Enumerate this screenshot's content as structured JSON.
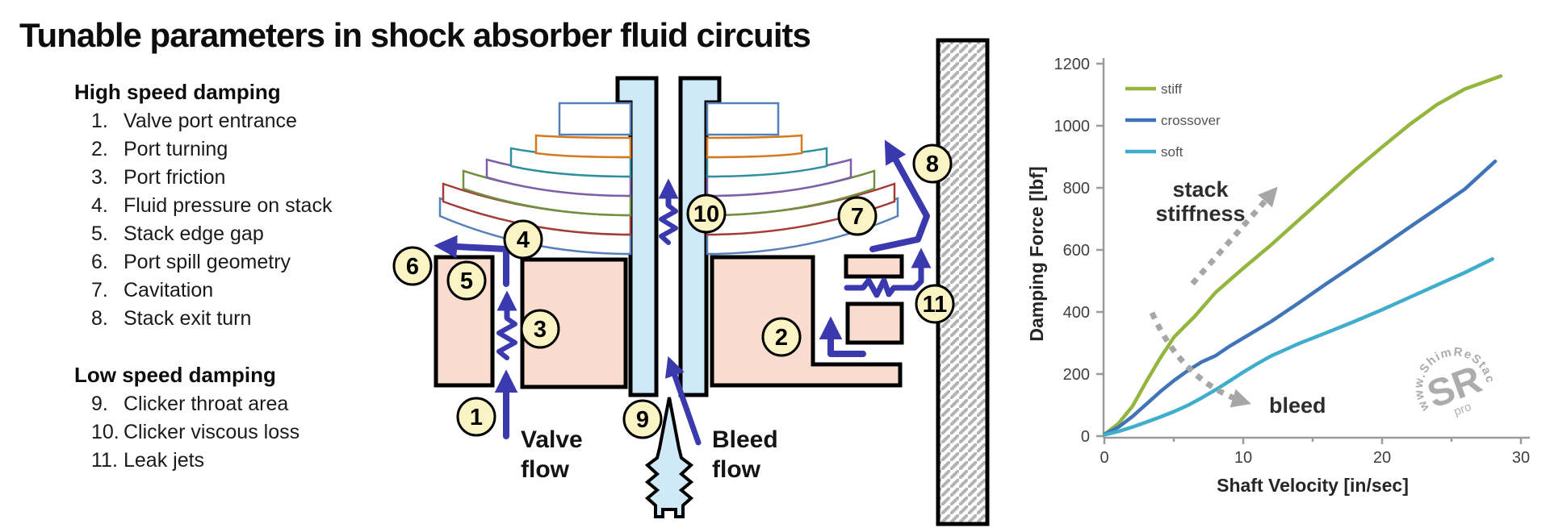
{
  "title": "Tunable parameters in shock absorber fluid circuits",
  "lists": {
    "high": {
      "header": "High speed damping",
      "items": [
        {
          "num": "1.",
          "label": "Valve port entrance"
        },
        {
          "num": "2.",
          "label": "Port turning"
        },
        {
          "num": "3.",
          "label": "Port friction"
        },
        {
          "num": "4.",
          "label": "Fluid pressure on stack"
        },
        {
          "num": "5.",
          "label": "Stack edge gap"
        },
        {
          "num": "6.",
          "label": "Port spill geometry"
        },
        {
          "num": "7.",
          "label": "Cavitation"
        },
        {
          "num": "8.",
          "label": "Stack exit turn"
        }
      ]
    },
    "low": {
      "header": "Low speed damping",
      "items": [
        {
          "num": "9.",
          "label": "Clicker throat area"
        },
        {
          "num": "10.",
          "label": "Clicker viscous loss"
        },
        {
          "num": "11.",
          "label": "Leak jets"
        }
      ]
    }
  },
  "diagram": {
    "callouts": [
      "1",
      "2",
      "3",
      "4",
      "5",
      "6",
      "7",
      "8",
      "9",
      "10",
      "11"
    ],
    "labels": {
      "valve_flow_line1": "Valve",
      "valve_flow_line2": "flow",
      "bleed_flow_line1": "Bleed",
      "bleed_flow_line2": "flow"
    },
    "colors": {
      "body_pink": "#fadcce",
      "rod_blue": "#cfe9f9",
      "arrow_blue": "#3a3aae",
      "callout_fill": "#faf4c4",
      "wall_hatch": "#b3b3b3",
      "shim_outlines_bottom_to_top": [
        "#5580b8",
        "#a33c36",
        "#6f9140",
        "#7d5fa8",
        "#2e8f9e",
        "#d5791f",
        "#5580b8"
      ]
    }
  },
  "chart_data": {
    "type": "line",
    "xlabel": "Shaft Velocity [in/sec]",
    "ylabel": "Damping Force [lbf]",
    "xlim": [
      0,
      30
    ],
    "ylim": [
      0,
      1200
    ],
    "xticks": [
      "0",
      "10",
      "20",
      "30"
    ],
    "yticks_top_down": [
      "1200",
      "1000",
      "800",
      "600",
      "400",
      "200",
      "0"
    ],
    "grid": false,
    "legend_position": "top-left",
    "series": [
      {
        "name": "stiff",
        "color": "#94b63f",
        "points": [
          [
            0,
            5
          ],
          [
            1,
            40
          ],
          [
            2,
            95
          ],
          [
            3,
            175
          ],
          [
            4,
            250
          ],
          [
            5,
            318
          ],
          [
            5.6,
            345
          ],
          [
            6.5,
            385
          ],
          [
            8,
            462
          ],
          [
            10,
            540
          ],
          [
            12,
            615
          ],
          [
            14,
            695
          ],
          [
            16,
            775
          ],
          [
            18,
            855
          ],
          [
            20,
            930
          ],
          [
            22,
            1003
          ],
          [
            24,
            1068
          ],
          [
            26,
            1118
          ],
          [
            28.6,
            1160
          ]
        ]
      },
      {
        "name": "crossover",
        "color": "#3f74b8",
        "points": [
          [
            0,
            5
          ],
          [
            1,
            28
          ],
          [
            2,
            62
          ],
          [
            3,
            102
          ],
          [
            4,
            142
          ],
          [
            5,
            178
          ],
          [
            6,
            210
          ],
          [
            7,
            238
          ],
          [
            8,
            258
          ],
          [
            9,
            288
          ],
          [
            10,
            315
          ],
          [
            12,
            368
          ],
          [
            14,
            428
          ],
          [
            16,
            490
          ],
          [
            18,
            550
          ],
          [
            20,
            610
          ],
          [
            22,
            672
          ],
          [
            24,
            733
          ],
          [
            26,
            795
          ],
          [
            28.2,
            885
          ]
        ]
      },
      {
        "name": "soft",
        "color": "#3fadcc",
        "points": [
          [
            0,
            3
          ],
          [
            1,
            14
          ],
          [
            2,
            28
          ],
          [
            3,
            44
          ],
          [
            4,
            60
          ],
          [
            5,
            78
          ],
          [
            6,
            98
          ],
          [
            7,
            122
          ],
          [
            8,
            148
          ],
          [
            9,
            176
          ],
          [
            10,
            205
          ],
          [
            11,
            232
          ],
          [
            12,
            257
          ],
          [
            13,
            277
          ],
          [
            14,
            297
          ],
          [
            16,
            332
          ],
          [
            18,
            368
          ],
          [
            20,
            406
          ],
          [
            22,
            446
          ],
          [
            24,
            486
          ],
          [
            26,
            526
          ],
          [
            28,
            570
          ]
        ]
      }
    ],
    "annotations": {
      "stack_line1": "stack",
      "stack_line2": "stiffness",
      "bleed": "bleed"
    }
  },
  "watermark": {
    "circle_text": "www.ShimReStackor.com",
    "center_text": "SR",
    "sub_text": "pro"
  }
}
